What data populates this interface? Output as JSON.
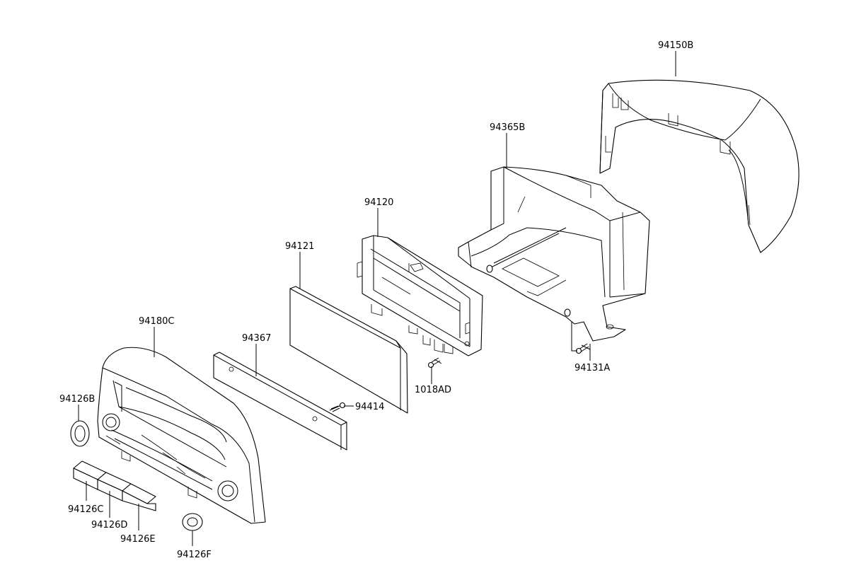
{
  "labels": {
    "p94150B": "94150B",
    "p94365B": "94365B",
    "p94120": "94120",
    "p94121": "94121",
    "p94180C": "94180C",
    "p94367": "94367",
    "p94126B": "94126B",
    "p94414": "94414",
    "p1018AD": "1018AD",
    "p94131A": "94131A",
    "p94126C": "94126C",
    "p94126D": "94126D",
    "p94126E": "94126E",
    "p94126F": "94126F"
  }
}
